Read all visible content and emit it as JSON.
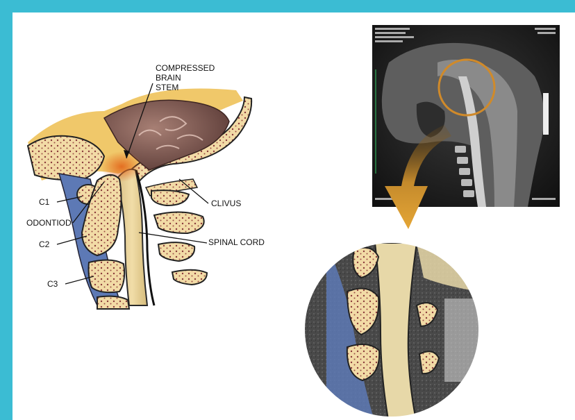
{
  "labels": {
    "compressed_line1": "COMPRESSED",
    "compressed_line2": "BRAIN",
    "compressed_line3": "STEM",
    "clivus": "CLIVUS",
    "spinal_cord": "SPINAL CORD",
    "c1": "C1",
    "odontoid": "ODONTIOD",
    "c2": "C2",
    "c3": "C3"
  },
  "colors": {
    "frame": "#3bbcd3",
    "panel": "#ffffff",
    "bone": "#f2dba6",
    "bone_spot": "#8a3a3a",
    "disc": "#5d79b5",
    "cord": "#e9d39a",
    "compression": "#e36a1e",
    "arrow": "#c98a22",
    "circle_outline": "#d08a2a"
  }
}
